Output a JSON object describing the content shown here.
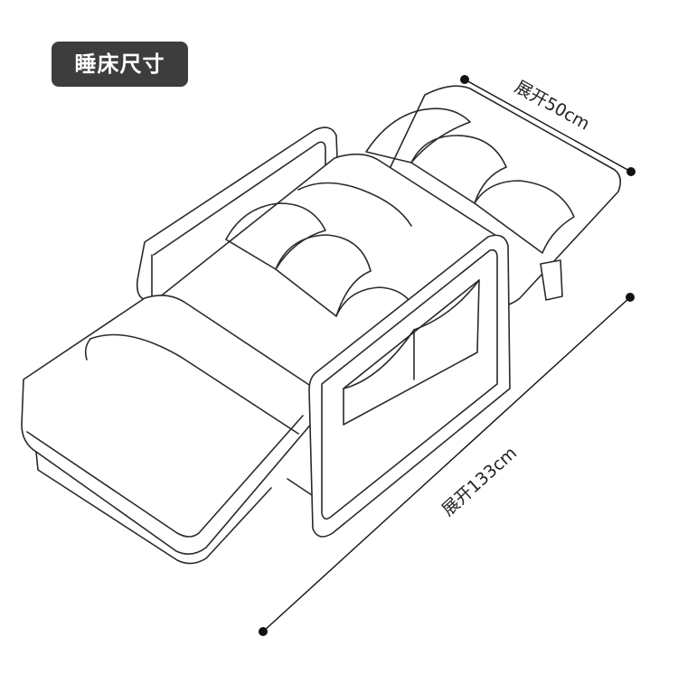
{
  "title": "睡床尺寸",
  "dimensions": {
    "width_label": "展开50cm",
    "length_label": "展开133cm"
  },
  "colors": {
    "badge_background": "#3d3d3d",
    "badge_text": "#ffffff",
    "line": "#2a2a2a"
  }
}
